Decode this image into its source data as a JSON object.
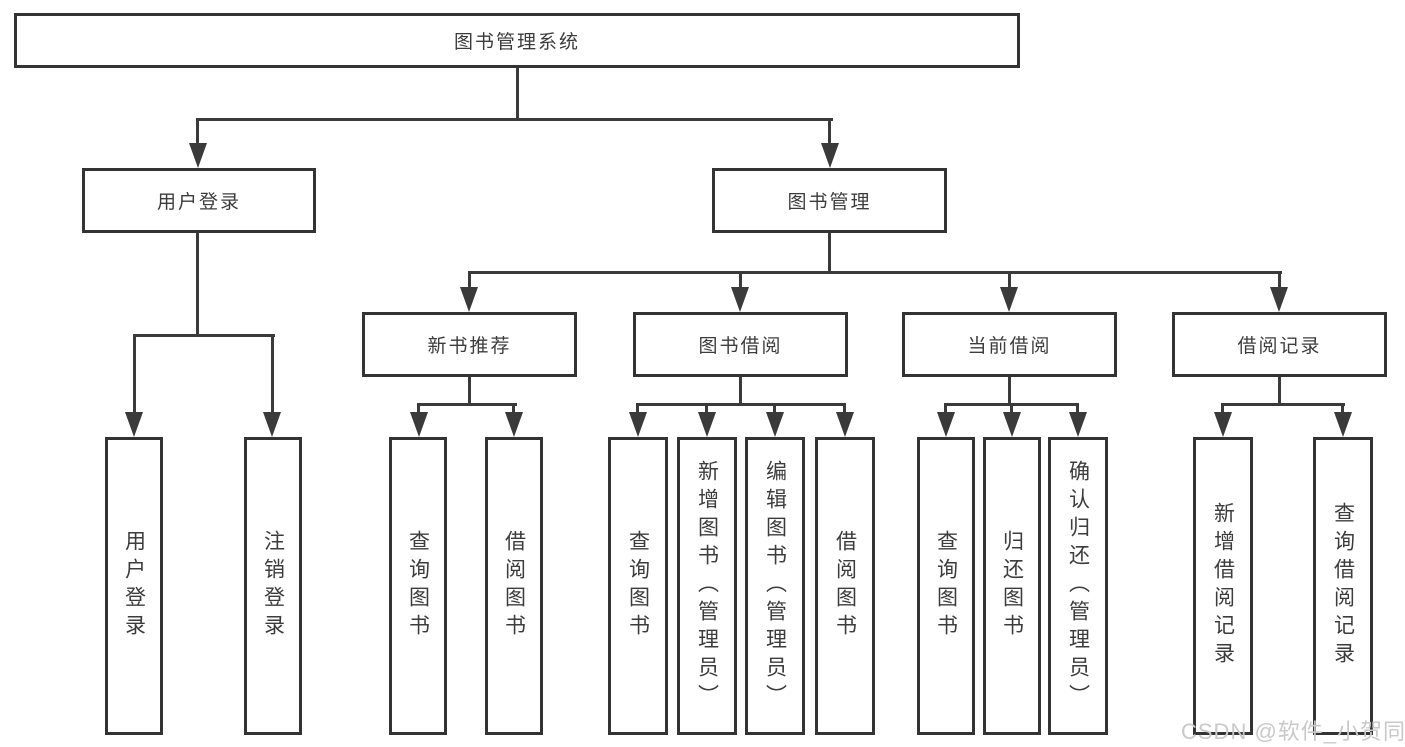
{
  "root": {
    "label": "图书管理系统"
  },
  "level2": {
    "user_login": {
      "label": "用户登录"
    },
    "book_mgmt": {
      "label": "图书管理"
    }
  },
  "level3": {
    "new_book_rec": {
      "label": "新书推荐"
    },
    "book_borrow": {
      "label": "图书借阅"
    },
    "current_borrow": {
      "label": "当前借阅"
    },
    "borrow_records": {
      "label": "借阅记录"
    }
  },
  "leaves": {
    "user_login": "用户登录",
    "logout": "注销登录",
    "rec_query_books": "查询图书",
    "rec_borrow_books": "借阅图书",
    "bb_query_books": "查询图书",
    "bb_add_books": "新增图书（管理员）",
    "bb_edit_books": "编辑图书（管理员）",
    "bb_borrow_books": "借阅图书",
    "cur_query_books": "查询图书",
    "cur_return_books": "归还图书",
    "cur_confirm_return": "确认归还（管理员）",
    "rec_add_record": "新增借阅记录",
    "rec_query_record": "查询借阅记录"
  },
  "watermark": {
    "text": "CSDN @软件_小贺同学"
  },
  "colors": {
    "line": "#3a3a3a",
    "text": "#3c3c3c",
    "background": "#ffffff",
    "watermark": "#c9c9c9"
  }
}
